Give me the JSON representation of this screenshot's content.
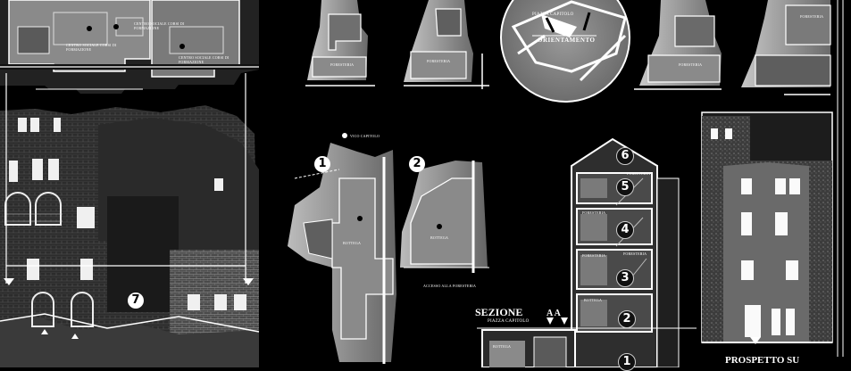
{
  "top_plan": {
    "labels": [
      "CENTRO SOCIALE CORSI DI FORMAZIONE",
      "CENTRO SOCIALE CORSI DI FORMAZIONE",
      "CENTRO SOCIALE CORSI DI FORMAZIONE"
    ]
  },
  "small_plans": {
    "label_a": "FORESTERIA",
    "label_b": "FORESTERIA",
    "label_c": "FORESTERIA",
    "label_d": "FORESTERIA"
  },
  "circle_detail": {
    "piazza": "PIAZZA CAPITOLO",
    "orientamento": "ORIENTAMENTO"
  },
  "mid_plans": {
    "badge_1": "1",
    "badge_2": "2",
    "vico": "VICO CAPITOLO",
    "bottega_1": "BOTTEGA",
    "bottega_2": "BOTTEGA",
    "accesso": "ACCESSO ALLA FORESTERIA"
  },
  "section": {
    "title": "SEZIONE",
    "sub": "PIAZZA CAPITOLO",
    "aa": "A  A",
    "floors": [
      "6",
      "5",
      "4",
      "3",
      "2",
      "1"
    ],
    "rooms": [
      "FORESTERIA",
      "FORESTERIA",
      "FORESTERIA",
      "FORESTERIA",
      "BOTTEGA"
    ],
    "bottega_low": "BOTTEGA"
  },
  "elevation_left": {
    "badge_7": "7"
  },
  "right_elevation": {
    "caption": "PROSPETTO SU"
  },
  "colors": {
    "background": "#000000",
    "ink": "#ffffff",
    "fill_mid": "#7a7a7a",
    "fill_dark": "#3a3a3a"
  }
}
